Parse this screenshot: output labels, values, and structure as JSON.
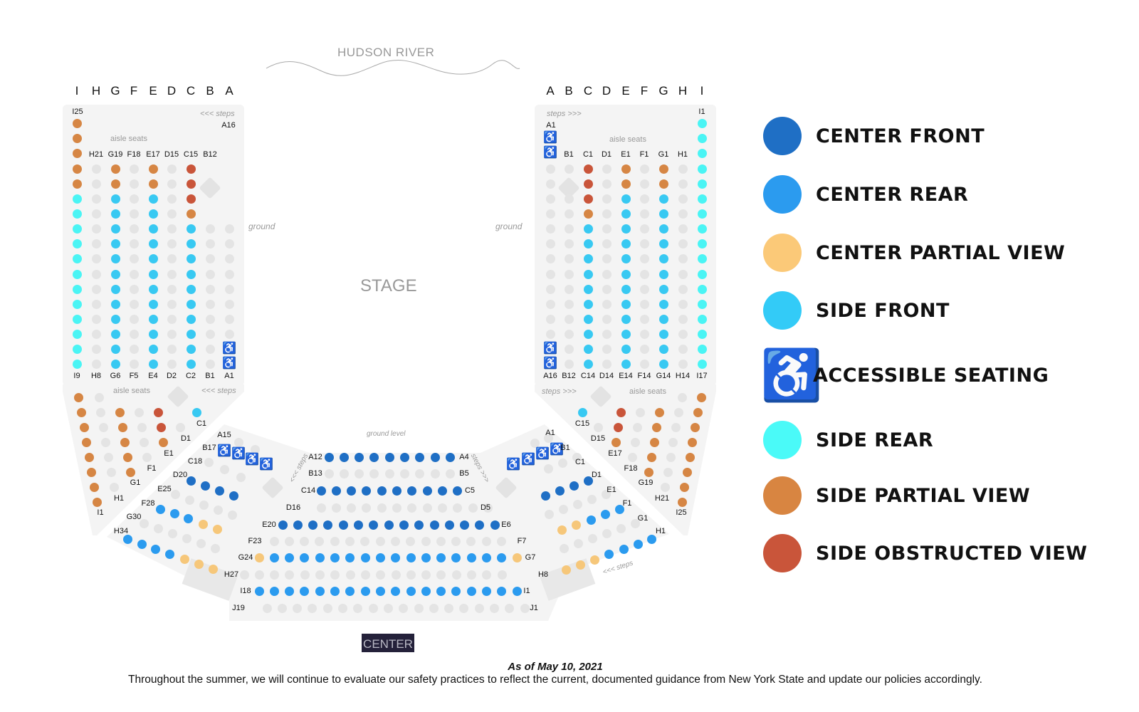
{
  "title": "HUDSON RIVER",
  "stage_label": "STAGE",
  "center_badge": "CENTER",
  "ground_left": "ground",
  "ground_right": "ground",
  "ground_level": "ground level",
  "colors": {
    "center_front": "#1f6fc5",
    "center_rear": "#2b9bef",
    "center_partial": "#f6c77a",
    "side_front": "#38c9f2",
    "side_rear": "#4af4f4",
    "side_partial": "#d68644",
    "side_obstructed": "#c9553a",
    "empty": "#e4e4e4",
    "accessible": "#1e6fc4"
  },
  "left_section": {
    "column_headers": [
      "I",
      "H",
      "G",
      "F",
      "E",
      "D",
      "C",
      "B",
      "A"
    ],
    "top_labels": [
      "I25",
      "A16",
      "H21",
      "G19",
      "F18",
      "E17",
      "D15",
      "C15",
      "B12"
    ],
    "bottom_labels": [
      "I9",
      "H8",
      "G6",
      "F5",
      "E4",
      "D2",
      "C2",
      "B1",
      "A1"
    ],
    "notes": {
      "steps_top": "<<< steps",
      "aisle_top": "aisle seats",
      "aisle_bottom": "aisle seats",
      "steps_bottom": "<<< steps"
    }
  },
  "right_section": {
    "column_headers": [
      "A",
      "B",
      "C",
      "D",
      "E",
      "F",
      "G",
      "H",
      "I"
    ],
    "top_labels": [
      "A1",
      "I1",
      "B1",
      "C1",
      "D1",
      "E1",
      "F1",
      "G1",
      "H1"
    ],
    "bottom_labels": [
      "A16",
      "B12",
      "C14",
      "D14",
      "E14",
      "F14",
      "G14",
      "H14",
      "I17"
    ],
    "notes": {
      "steps_top": "steps >>>",
      "aisle_top": "aisle seats",
      "aisle_bottom": "aisle seats",
      "steps_bottom": "steps >>>"
    }
  },
  "left_wing_labels": [
    "C1",
    "D1",
    "E1",
    "F1",
    "G1",
    "H1",
    "I1"
  ],
  "right_wing_labels": [
    "C15",
    "D15",
    "E17",
    "F18",
    "G19",
    "H21",
    "I25"
  ],
  "center_left_labels": [
    "A15",
    "B17",
    "C18",
    "D20",
    "E25",
    "F28",
    "G30",
    "H34"
  ],
  "center_right_labels": [
    "A1",
    "B1",
    "C1",
    "D1",
    "E1",
    "F1",
    "G1",
    "H1"
  ],
  "center_row_labels": [
    {
      "left": "A12",
      "right": "A4"
    },
    {
      "left": "B13",
      "right": "B5"
    },
    {
      "left": "C14",
      "right": "C5"
    },
    {
      "left": "D16",
      "right": "D5"
    },
    {
      "left": "E20",
      "right": "E6"
    },
    {
      "left": "F23",
      "right": "F7"
    },
    {
      "left": "G24",
      "right": "G7"
    },
    {
      "left": "H27",
      "right": "H8"
    },
    {
      "left": "I18",
      "right": "I1"
    },
    {
      "left": "J19",
      "right": "J1"
    }
  ],
  "steps_notes": {
    "center_left": "<<< steps",
    "center_right": "steps >>>",
    "lower_right": "<<< steps"
  },
  "legend": [
    {
      "label": "CENTER FRONT",
      "color": "#1f6fc5",
      "icon": "circle"
    },
    {
      "label": "CENTER REAR",
      "color": "#2b9bef",
      "icon": "circle"
    },
    {
      "label": "CENTER PARTIAL VIEW",
      "color": "#fbc978",
      "icon": "circle"
    },
    {
      "label": "SIDE FRONT",
      "color": "#33cbf7",
      "icon": "circle"
    },
    {
      "label": "ACCESSIBLE SEATING",
      "color": "#1e6fc4",
      "icon": "wheelchair-icon"
    },
    {
      "label": "SIDE REAR",
      "color": "#4afaf8",
      "icon": "circle"
    },
    {
      "label": "SIDE PARTIAL VIEW",
      "color": "#d88541",
      "icon": "circle"
    },
    {
      "label": "SIDE OBSTRUCTED VIEW",
      "color": "#c9553a",
      "icon": "circle"
    }
  ],
  "footer": {
    "date": "As of May 10, 2021",
    "notice": "Throughout the summer, we will continue to evaluate our safety practices to reflect the current, documented guidance from New York State and update our policies accordingly."
  },
  "seat_map": {
    "left_main_rows": [
      "PEPEPEO..",
      "PEPEPEO..",
      "REFEFEO..",
      "REFEFEP..",
      "REFEFEFEE",
      "REFEFEFEE",
      "REFEFEFEE",
      "REFEFEFEE",
      "REFEFEFEE",
      "REFEFEFEE",
      "REFEFEFEE",
      "REFEFEFEE",
      "REFEFEFEW",
      "REFEFEFEW"
    ],
    "right_main_rows": [
      "EEOEPEPER",
      "E.OEPEPER",
      "EEOEFEFER",
      "EEPEFEFER",
      "EEFEFEFER",
      "EEFEFEFER",
      "EEFEFEFER",
      "EEFEFEFER",
      "EEFEFEFER",
      "EEFEFEFER",
      "EEFEFEFER",
      "EEFEFEFER",
      "WEFEFEFER",
      "WEFEFEFER"
    ],
    "center_rows": [
      "XXXXXXXXX",
      "EEEEEEEEE",
      "XXXXXXXXXX",
      "EEEEEEEEEEEE",
      "XXXXXXXXXXXXXXX",
      "EEEEEEEEEEEEEEEE",
      "QCCCCCCCCCCCCCCCCQ",
      "EEEEEEEEEEEEEEEEEE",
      "CCCCCCCCCCCCCCCCCC",
      "EEEEEEEEEEEEEEEEEE"
    ]
  }
}
